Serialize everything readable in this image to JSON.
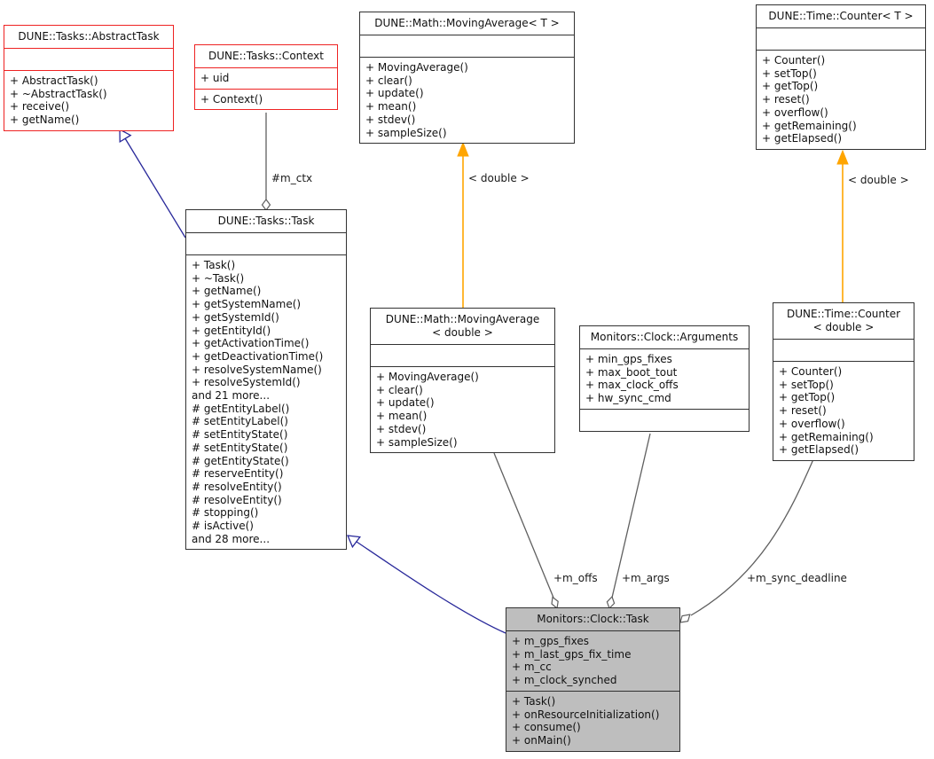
{
  "classes": {
    "abstract_task": {
      "title": "DUNE::Tasks::AbstractTask",
      "attributes": [],
      "methods": [
        "+ AbstractTask()",
        "+ ~AbstractTask()",
        "+ receive()",
        "+ getName()"
      ]
    },
    "context": {
      "title": "DUNE::Tasks::Context",
      "attributes": [
        "+ uid"
      ],
      "methods": [
        "+ Context()"
      ]
    },
    "moving_average_t": {
      "title": "DUNE::Math::MovingAverage< T >",
      "attributes": [],
      "methods": [
        "+ MovingAverage()",
        "+ clear()",
        "+ update()",
        "+ mean()",
        "+ stdev()",
        "+ sampleSize()"
      ]
    },
    "counter_t": {
      "title": "DUNE::Time::Counter< T >",
      "attributes": [],
      "methods": [
        "+ Counter()",
        "+ setTop()",
        "+ getTop()",
        "+ reset()",
        "+ overflow()",
        "+ getRemaining()",
        "+ getElapsed()"
      ]
    },
    "task": {
      "title": "DUNE::Tasks::Task",
      "attributes": [],
      "methods": [
        "+ Task()",
        "+ ~Task()",
        "+ getName()",
        "+ getSystemName()",
        "+ getSystemId()",
        "+ getEntityId()",
        "+ getActivationTime()",
        "+ getDeactivationTime()",
        "+ resolveSystemName()",
        "+ resolveSystemId()",
        "and 21 more...",
        "# getEntityLabel()",
        "# setEntityLabel()",
        "# setEntityState()",
        "# setEntityState()",
        "# getEntityState()",
        "# reserveEntity()",
        "# resolveEntity()",
        "# resolveEntity()",
        "# stopping()",
        "# isActive()",
        "and 28 more..."
      ]
    },
    "moving_average_double": {
      "title": "DUNE::Math::MovingAverage\n< double >",
      "attributes": [],
      "methods": [
        "+ MovingAverage()",
        "+ clear()",
        "+ update()",
        "+ mean()",
        "+ stdev()",
        "+ sampleSize()"
      ]
    },
    "arguments": {
      "title": "Monitors::Clock::Arguments",
      "attributes": [
        "+ min_gps_fixes",
        "+ max_boot_tout",
        "+ max_clock_offs",
        "+ hw_sync_cmd"
      ],
      "methods": []
    },
    "counter_double": {
      "title": "DUNE::Time::Counter\n< double >",
      "attributes": [],
      "methods": [
        "+ Counter()",
        "+ setTop()",
        "+ getTop()",
        "+ reset()",
        "+ overflow()",
        "+ getRemaining()",
        "+ getElapsed()"
      ]
    },
    "clock_task": {
      "title": "Monitors::Clock::Task",
      "attributes": [
        "+ m_gps_fixes",
        "+ m_last_gps_fix_time",
        "+ m_cc",
        "+ m_clock_synched"
      ],
      "methods": [
        "+ Task()",
        "+ onResourceInitialization()",
        "+ consume()",
        "+ onMain()"
      ]
    }
  },
  "edge_labels": {
    "m_ctx": "#m_ctx",
    "tpl_moving_average": "< double >",
    "tpl_counter": "< double >",
    "m_offs": "+m_offs",
    "m_args": "+m_args",
    "m_sync_deadline": "+m_sync_deadline"
  },
  "colors": {
    "red_class_border": "#ee2222",
    "class_border": "#323232",
    "highlight_fill": "#bebebe",
    "inheritance_edge": "#28289a",
    "template_edge": "#ffa500",
    "association_edge": "#5f5f5f"
  }
}
